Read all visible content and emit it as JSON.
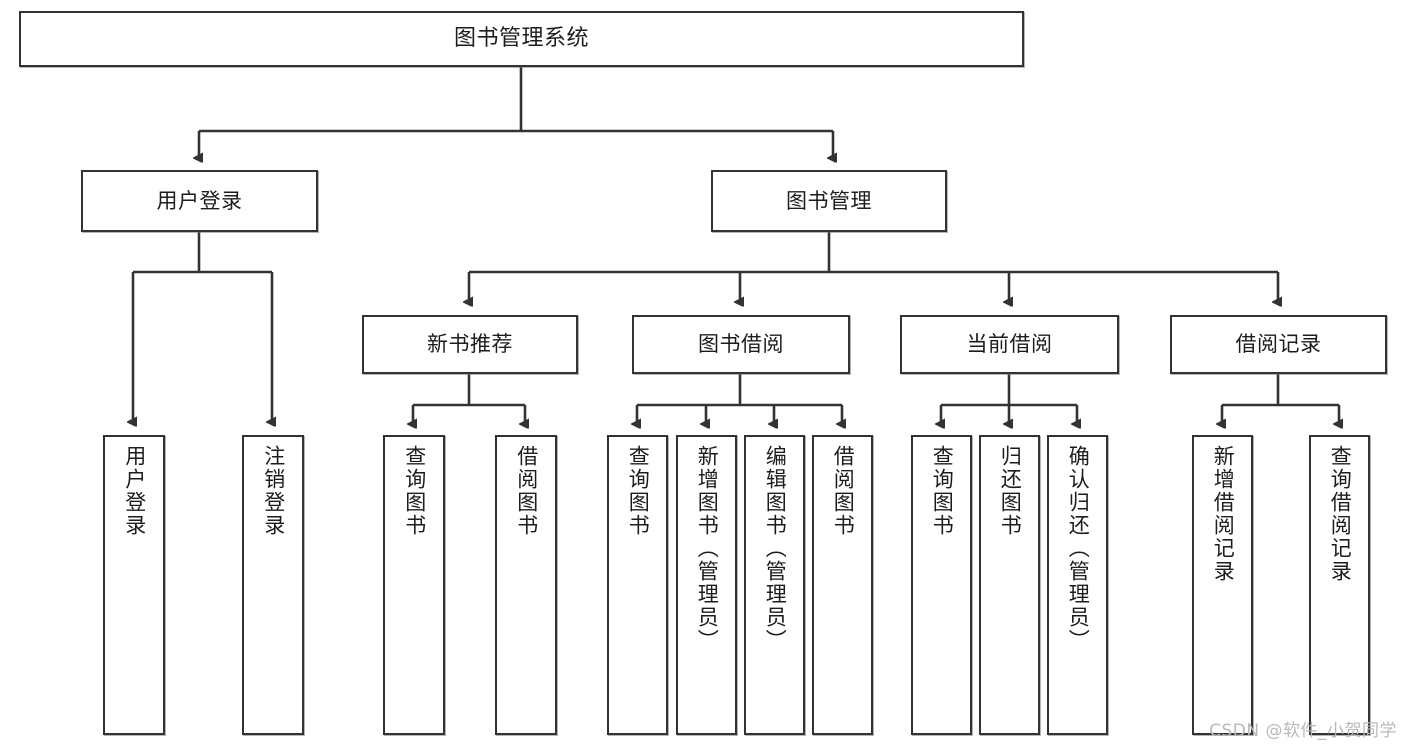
{
  "diagram": {
    "type": "tree-hierarchy",
    "title": "图书管理系统",
    "orientation": "top-down",
    "colors": {
      "box_border": "#333333",
      "box_fill": "#ffffff",
      "edge": "#333333",
      "background": "#ffffff",
      "watermark": "#b9b9b9"
    }
  },
  "watermark": {
    "text": "CSDN @软件_小贺同学"
  },
  "nodes": {
    "root": {
      "label": "图书管理系统"
    },
    "level2": [
      {
        "label": "用户登录"
      },
      {
        "label": "图书管理"
      }
    ],
    "level3": [
      {
        "label": "新书推荐"
      },
      {
        "label": "图书借阅"
      },
      {
        "label": "当前借阅"
      },
      {
        "label": "借阅记录"
      }
    ],
    "leaves": {
      "user_login": [
        {
          "label": "用户登录"
        },
        {
          "label": "注销登录"
        }
      ],
      "new_book_recommend": [
        {
          "label": "查询图书"
        },
        {
          "label": "借阅图书"
        }
      ],
      "book_borrow": [
        {
          "label": "查询图书"
        },
        {
          "label": "新增图书（管理员）"
        },
        {
          "label": "编辑图书（管理员）"
        },
        {
          "label": "借阅图书"
        }
      ],
      "current_borrow": [
        {
          "label": "查询图书"
        },
        {
          "label": "归还图书"
        },
        {
          "label": "确认归还（管理员）"
        }
      ],
      "borrow_records": [
        {
          "label": "新增借阅记录"
        },
        {
          "label": "查询借阅记录"
        }
      ]
    }
  }
}
